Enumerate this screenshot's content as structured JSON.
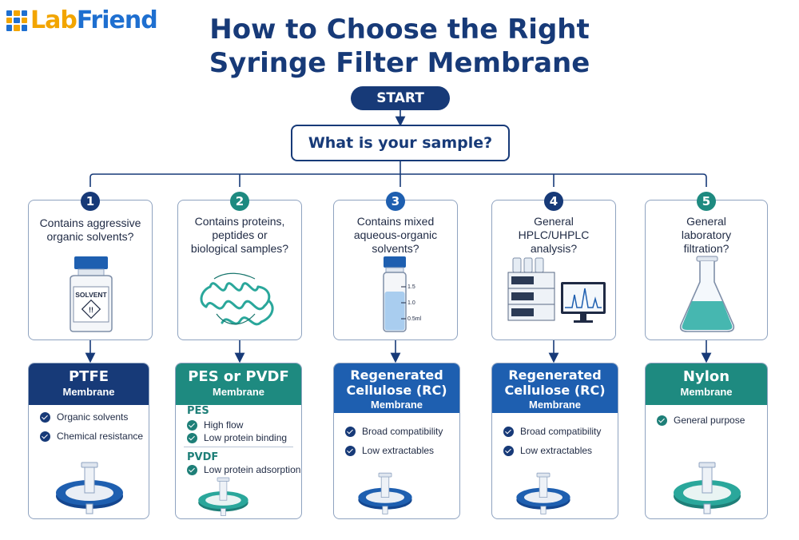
{
  "logo": {
    "text_lab": "Lab",
    "text_friend": "Friend"
  },
  "title": {
    "line1": "How to Choose the Right",
    "line2": "Syringe Filter Membrane"
  },
  "start_label": "START",
  "question": "What is your sample?",
  "colors": {
    "navy": "#173a78",
    "blue": "#1e5fb0",
    "teal": "#1e8a80",
    "border": "#8fa3c0"
  },
  "steps": [
    {
      "number": "1",
      "question_lines": [
        "Contains aggressive",
        "organic solvents?"
      ],
      "illustration": "solvent-bottle-icon",
      "bottle_label": "SOLVENT",
      "membrane": {
        "name": "PTFE",
        "sub": "Membrane",
        "color": "#173a78"
      },
      "features": [
        "Organic solvents",
        "Chemical resistance"
      ],
      "filter_color": "#1e5fb0"
    },
    {
      "number": "2",
      "question_lines": [
        "Contains proteins,",
        "peptides or",
        "biological samples?"
      ],
      "illustration": "protein-structure-icon",
      "membrane": {
        "name": "PES or PVDF",
        "sub": "Membrane",
        "color": "#1e8a80"
      },
      "groups": [
        {
          "label": "PES",
          "features": [
            "High flow",
            "Low protein binding"
          ]
        },
        {
          "label": "PVDF",
          "features": [
            "Low protein adsorption"
          ]
        }
      ],
      "filter_color": "#2aa79b"
    },
    {
      "number": "3",
      "question_lines": [
        "Contains mixed",
        "aqueous-organic",
        "solvents?"
      ],
      "illustration": "sample-vial-icon",
      "vial_marks": [
        "1.5",
        "1.0",
        "0.5ml"
      ],
      "membrane": {
        "name_lines": [
          "Regenerated",
          "Cellulose (RC)"
        ],
        "sub": "Membrane",
        "color": "#1e5fb0"
      },
      "features": [
        "Broad compatibility",
        "Low extractables"
      ],
      "filter_color": "#1e5fb0"
    },
    {
      "number": "4",
      "question_lines": [
        "General",
        "HPLC/UHPLC",
        "analysis?"
      ],
      "illustration": "hplc-system-icon",
      "membrane": {
        "name_lines": [
          "Regenerated",
          "Cellulose (RC)"
        ],
        "sub": "Membrane",
        "color": "#1e5fb0"
      },
      "features": [
        "Broad compatibility",
        "Low extractables"
      ],
      "filter_color": "#1e5fb0"
    },
    {
      "number": "5",
      "question_lines": [
        "General",
        "laboratory",
        "filtration?"
      ],
      "illustration": "erlenmeyer-flask-icon",
      "membrane": {
        "name": "Nylon",
        "sub": "Membrane",
        "color": "#1e8a80"
      },
      "features": [
        "General purpose"
      ],
      "filter_color": "#2aa79b"
    }
  ]
}
